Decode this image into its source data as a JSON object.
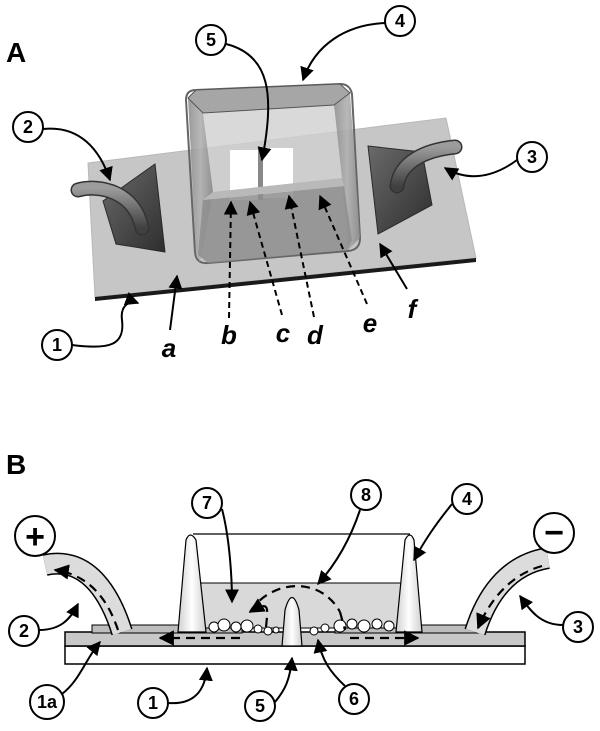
{
  "panels": {
    "a": "A",
    "b": "B"
  },
  "panel_a": {
    "callouts": [
      "1",
      "2",
      "3",
      "4",
      "5"
    ],
    "letters": [
      "a",
      "b",
      "c",
      "d",
      "e",
      "f"
    ]
  },
  "panel_b": {
    "callouts": [
      "1",
      "1a",
      "2",
      "3",
      "4",
      "5",
      "6",
      "7",
      "8"
    ],
    "plus_sign": "+",
    "minus_sign": "−"
  },
  "colors": {
    "substrate": "#c8c8c8",
    "electrode": "#4a4a4a",
    "reservoir": "#9a9a9a",
    "liquid": "#d9d9d9"
  }
}
